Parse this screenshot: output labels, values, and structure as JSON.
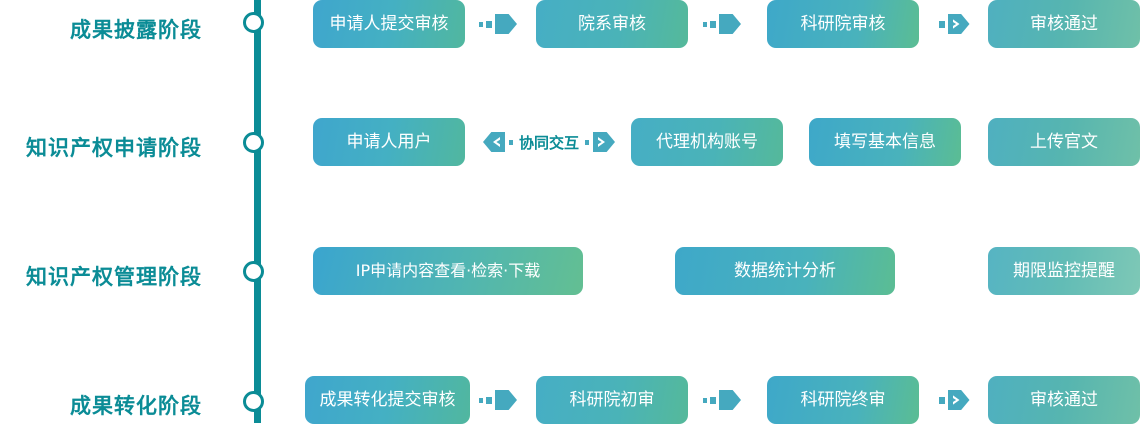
{
  "theme": {
    "spine_color": "#0b8c96",
    "node_fill": "#ffffff",
    "node_border": "#0b8c96",
    "label_color": "#0b8c96",
    "chip_text_color": "#ffffff",
    "chip_gradient_from": "#3aa3cf",
    "chip_gradient_to": "#5bbd93",
    "arrow_color": "#45a9bf",
    "background": "#ffffff"
  },
  "stages": [
    {
      "label": "成果披露阶段",
      "steps": [
        {
          "label": "申请人提交审核"
        },
        {
          "label": "院系审核"
        },
        {
          "label": "科研院审核"
        },
        {
          "label": "审核通过"
        }
      ],
      "connectors": [
        {
          "type": "dots-arrow",
          "direction": "right",
          "glyph": false
        },
        {
          "type": "dots-arrow",
          "direction": "right",
          "glyph": false
        },
        {
          "type": "dots-arrow",
          "direction": "right",
          "glyph": true
        }
      ]
    },
    {
      "label": "知识产权申请阶段",
      "steps": [
        {
          "label": "申请人用户"
        },
        {
          "label": "代理机构账号"
        },
        {
          "label": "填写基本信息"
        },
        {
          "label": "上传官文"
        }
      ],
      "connectors": [
        {
          "type": "bidirectional",
          "direction": "both",
          "glyph": true,
          "text": "协同交互"
        },
        {
          "type": "none"
        },
        {
          "type": "none"
        }
      ]
    },
    {
      "label": "知识产权管理阶段",
      "steps": [
        {
          "label": "IP申请内容查看·检索·下载"
        },
        {
          "label": "数据统计分析"
        },
        {
          "label": "期限监控提醒"
        }
      ],
      "connectors": [
        {
          "type": "none"
        },
        {
          "type": "none"
        }
      ]
    },
    {
      "label": "成果转化阶段",
      "steps": [
        {
          "label": "成果转化提交审核"
        },
        {
          "label": "科研院初审"
        },
        {
          "label": "科研院终审"
        },
        {
          "label": "审核通过"
        }
      ],
      "connectors": [
        {
          "type": "dots-arrow",
          "direction": "right",
          "glyph": false
        },
        {
          "type": "dots-arrow",
          "direction": "right",
          "glyph": false
        },
        {
          "type": "dots-arrow",
          "direction": "right",
          "glyph": true
        }
      ]
    }
  ]
}
